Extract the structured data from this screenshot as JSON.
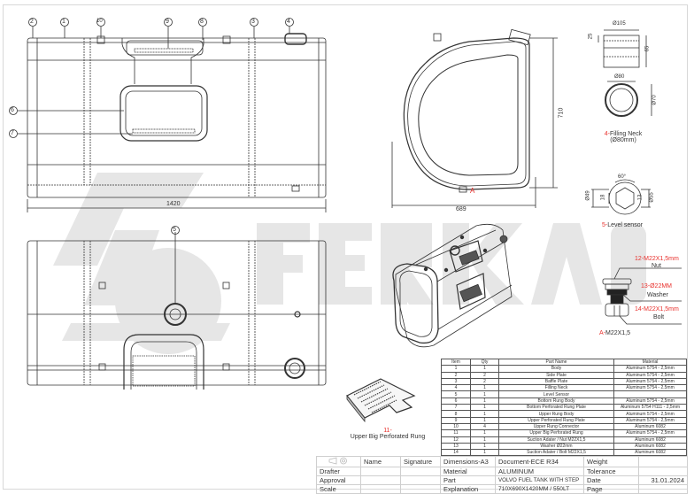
{
  "watermark": {
    "text": "FERKAS",
    "color": "#e6e6e6"
  },
  "colors": {
    "line": "#333333",
    "accent_red": "#e8302c",
    "watermark": "#e6e6e6",
    "frame": "#d8d8d8"
  },
  "top_view": {
    "callouts": [
      "2",
      "1",
      "10",
      "9",
      "8",
      "3",
      "4",
      "6",
      "7"
    ],
    "dimension_width": "1420"
  },
  "bottom_view": {
    "callouts": [
      "5"
    ]
  },
  "side_view": {
    "dimension_height": "710",
    "dimension_width": "689",
    "detail_marker": "A"
  },
  "filling_neck": {
    "dim_outer": "Ø105",
    "dim_top": "25",
    "dim_height": "65",
    "dim_inner": "Ø80",
    "dim_inner2": "Ø70",
    "caption_num": "4-",
    "caption_name": "Filling Neck",
    "caption_size": "(Ø80mm)"
  },
  "level_sensor": {
    "angle": "60°",
    "dim_a": "Ø49",
    "dim_b": "18",
    "dim_c": "13",
    "dim_d": "Ø55",
    "caption_num": "5-",
    "caption_name": "Level sensor"
  },
  "suction_adapter": {
    "nut_code": "12-M22X1,5mm",
    "nut_name": "Nut",
    "washer_code": "13-Ø22MM",
    "washer_name": "Washer",
    "bolt_code": "14-M22X1,5mm",
    "bolt_name": "Bolt",
    "caption_num": "A-",
    "caption_name": "M22X1,5"
  },
  "rung_detail": {
    "caption_num": "11-",
    "caption_name": "Upper Big Perforated Rung"
  },
  "parts_table": {
    "headers": [
      "Item",
      "Qty",
      "Part Name",
      "Material"
    ],
    "rows": [
      [
        "1",
        "1",
        "Body",
        "Aluminum 5754 - 2,5mm"
      ],
      [
        "2",
        "2",
        "Side Plate",
        "Aluminum 5754 - 2,5mm"
      ],
      [
        "3",
        "2",
        "Baffle Plate",
        "Aluminum 5754 - 2,5mm"
      ],
      [
        "4",
        "1",
        "Filling Neck",
        "Aluminum 5754 - 2,5mm"
      ],
      [
        "5",
        "1",
        "Level Sensor",
        ""
      ],
      [
        "6",
        "1",
        "Bottom Rung Body",
        "Aluminum 5754 - 2,5mm"
      ],
      [
        "7",
        "1",
        "Bottom Perforated Rung Plate",
        "Aluminum 5754 H111 - 2,5mm"
      ],
      [
        "8",
        "1",
        "Upper Rung Body",
        "Aluminum 5754 - 2,5mm"
      ],
      [
        "9",
        "1",
        "Upper Perforated Rung Plate",
        "Aluminum 5754 - 2,5mm"
      ],
      [
        "10",
        "4",
        "Upper Rung Connector",
        "Aluminum 6082"
      ],
      [
        "11",
        "1",
        "Upper Big Perforated Rung",
        "Aluminum 5754 - 2,5mm"
      ],
      [
        "12",
        "1",
        "Suction Adater / Nut M22X1,5",
        "Aluminum 6082"
      ],
      [
        "13",
        "1",
        "Washer Ø22mm",
        "Aluminum 6082"
      ],
      [
        "14",
        "1",
        "Suction Adater / Bolt M22X1,5",
        "Aluminum 6082"
      ]
    ]
  },
  "title_block": {
    "header": {
      "name": "Name",
      "signature": "Signature",
      "dimensions": "Dimensions-A3",
      "document": "Document-ECE R34",
      "weight": "Weight",
      "weight_value": ""
    },
    "rows": [
      {
        "role": "Drafter",
        "field": "Material",
        "value": "ALUMINUM",
        "key": "Tolerance",
        "key_value": ""
      },
      {
        "role": "Approval",
        "field": "Part",
        "value": "VOLVO FUEL TANK WITH STEP",
        "key": "Date",
        "key_value": "31.01.2024"
      },
      {
        "role": "Scale",
        "field": "Explanation",
        "value": "710X690X1420MM / 550LT",
        "key": "Page",
        "key_value": ""
      }
    ]
  }
}
